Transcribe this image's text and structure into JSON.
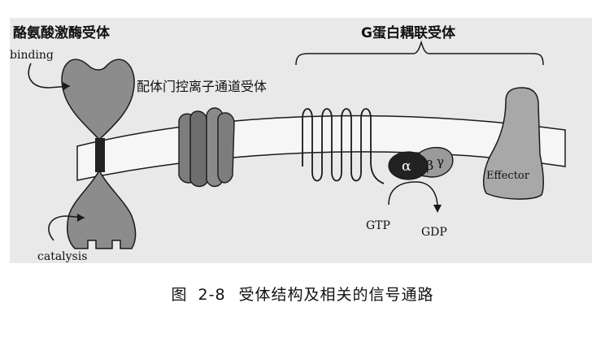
{
  "labels": {
    "rtk": "酪氨酸激酶受体",
    "binding": "binding",
    "catalysis": "catalysis",
    "ion_channel": "配体门控离子通道受体",
    "gpcr": "G蛋白耦联受体",
    "alpha": "α",
    "beta": "β",
    "gamma": "γ",
    "effector": "Effector",
    "gtp": "GTP",
    "gdp": "GDP"
  },
  "caption": {
    "prefix": "图",
    "number": "2-8",
    "title": "受体结构及相关的信号通路"
  },
  "colors": {
    "background_panel": "#e9e9e9",
    "membrane": "#f3f3f3",
    "protein_fill": "#8c8c8c",
    "alpha_fill": "#222222",
    "effector_fill": "#a8a8a8",
    "outline": "#1a1a1a"
  }
}
